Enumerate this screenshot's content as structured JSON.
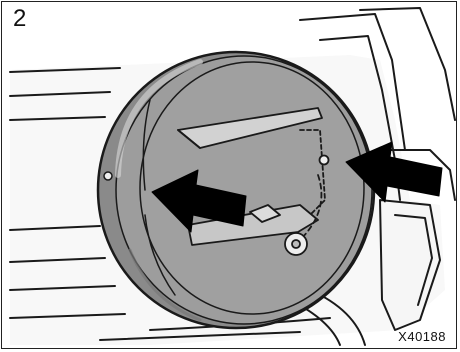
{
  "figure": {
    "step_number": "2",
    "code": "X40188"
  },
  "illustration": {
    "subject": "spare-tire-cover",
    "arrow_count": 2,
    "colors": {
      "line": "#1a1a1a",
      "cover_fill": "#9a9a9a",
      "cover_rim": "#8a8a8a",
      "vehicle_fill": "#f6f6f6",
      "arrow_fill": "#000000"
    }
  }
}
